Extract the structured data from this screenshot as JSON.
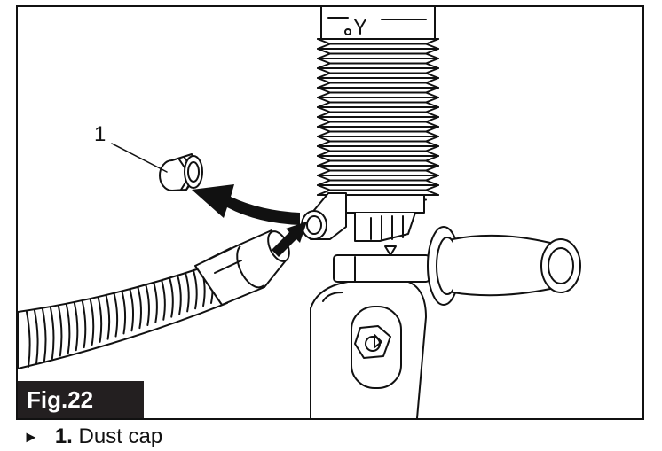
{
  "figure": {
    "label": "Fig.22",
    "callout": "1"
  },
  "legend": {
    "bullet": "►",
    "items": [
      {
        "number": "1.",
        "text": "Dust cap"
      }
    ]
  },
  "icons": {
    "bullet": "triangle-right-icon"
  }
}
